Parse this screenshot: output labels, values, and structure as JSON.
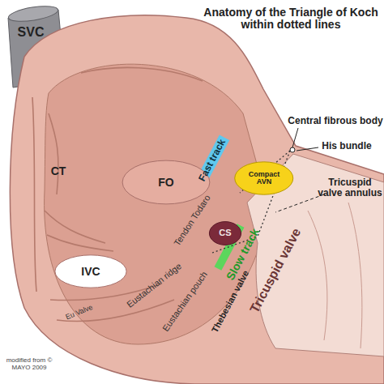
{
  "diagram": {
    "title": "Anatomy of the Triangle of Koch within dotted lines",
    "nodes": [
      {
        "text": [
          "FO"
        ]
      },
      {
        "text": [
          "IVC"
        ]
      },
      {
        "text": [
          "CS"
        ]
      },
      {
        "text": [
          "Compact AVN"
        ]
      }
    ],
    "labels": [
      "SVC",
      "CT",
      "Eu Valve",
      "Eustachian ridge",
      "Eustachian pouch",
      "Tendon Todaro",
      "Fast track",
      "Slow track",
      "Thebesian valve",
      "Tricuspid valve",
      "Central fibrous body",
      "His bundle",
      "Tricuspid valve annulus",
      "modified from © MAYO 2009"
    ]
  }
}
